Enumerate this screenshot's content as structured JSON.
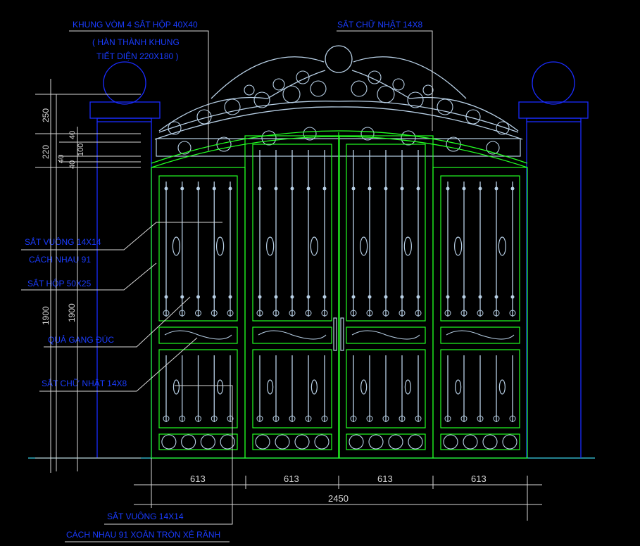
{
  "colors": {
    "background": "#000000",
    "frame": "#22ff22",
    "ornament": "#b8d0e6",
    "annotation_text": "#1a3cff",
    "leader": "#d8d8d8",
    "dimension": "#d8d8d8",
    "post": "#1a2cff"
  },
  "annotations": {
    "arch_frame_line1": "KHUNG VÒM 4 SẮT HỘP 40X40",
    "arch_frame_line2": "( HÀN THÀNH KHUNG",
    "arch_frame_line3": "TIẾT DIỆN 220X180 )",
    "top_bar": "SẮT CHỮ NHẬT 14X8",
    "square_bar": "SẮT VUÔNG 14X14",
    "spacing": "CÁCH NHAU 91",
    "box_steel": "SẮT HỘP 50X25",
    "cast_iron": "QUẢ GANG ĐÚC",
    "rect_bar": "SẮT CHỮ NHẬT 14X8",
    "bottom_square_bar": "SẮT VUÔNG 14X14",
    "bottom_spacing": "CÁCH NHAU 91 XOẮN TRÒN XẺ RÃNH"
  },
  "dimensions": {
    "panel_widths": [
      "613",
      "613",
      "613",
      "613"
    ],
    "total_width": "2450",
    "vertical": {
      "top_250": "250",
      "arch_220": "220",
      "d40a": "40",
      "d40b": "40",
      "d100": "100",
      "d40c": "40",
      "h1900_outer": "1900",
      "h1900_inner": "1900"
    }
  }
}
